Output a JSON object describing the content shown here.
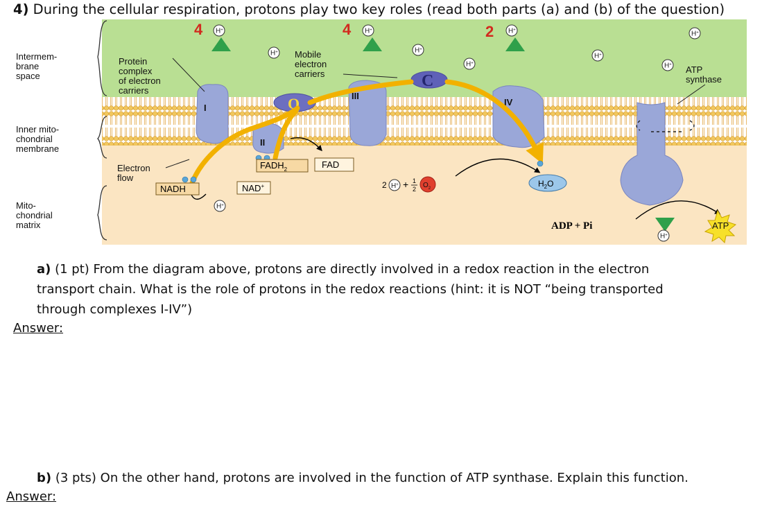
{
  "question": {
    "number": "4)",
    "text": " During the cellular respiration, protons play two key roles (read both parts (a) and (b) of the question)"
  },
  "diagram": {
    "region_labels": {
      "intermembrane": [
        "Intermem-",
        "brane",
        "space"
      ],
      "inner_membrane": [
        "Inner mito-",
        "chondrial",
        "membrane"
      ],
      "matrix": [
        "Mito-",
        "chondrial",
        "matrix"
      ]
    },
    "proton_counts": [
      "4",
      "4",
      "2"
    ],
    "proton": "H",
    "proton_sup": "+",
    "complex_label": [
      "Protein",
      "complex",
      "of electron",
      "carriers"
    ],
    "mobile_label": [
      "Mobile",
      "electron",
      "carriers"
    ],
    "atp_synthase_label": [
      "ATP",
      "synthase"
    ],
    "electron_flow_label": [
      "Electron",
      "flow"
    ],
    "complexes": [
      "I",
      "II",
      "III",
      "IV"
    ],
    "q": "Q",
    "c": "C",
    "nadh": "NADH",
    "nad": "NAD",
    "nad_sup": "+",
    "fadh2": "FADH",
    "fadh2_sub": "2",
    "fad": "FAD",
    "two": "2",
    "plus": "+",
    "half_num": "1",
    "half_den": "2",
    "o2": "O",
    "o2_sub": "2",
    "h2o": "H",
    "h2o_sub": "2",
    "h2o_o": "O",
    "adp_pi": "ADP + Pi",
    "atp": "ATP",
    "colors": {
      "membrane": "#f3c46a",
      "intermembrane_bg": "#b5dd8e",
      "matrix_bg": "#fbe6c4",
      "protein": "#9aa4d6",
      "proton_arrow": "#2fa04a",
      "electron_flow": "#f2b100",
      "accent_red": "#d22a1e"
    }
  },
  "part_a": {
    "label": "a)",
    "line1": " (1 pt) From the diagram above, protons are directly involved in a redox reaction in the electron",
    "line2": "transport chain. What is the role of protons in the redox reactions (hint: it is NOT “being transported",
    "line3": "through complexes I-IV”)",
    "answer": "Answer:"
  },
  "part_b": {
    "label": "b)",
    "text": " (3 pts) On the other hand, protons are involved in the function of ATP synthase. Explain this function.",
    "answer": "Answer:"
  }
}
